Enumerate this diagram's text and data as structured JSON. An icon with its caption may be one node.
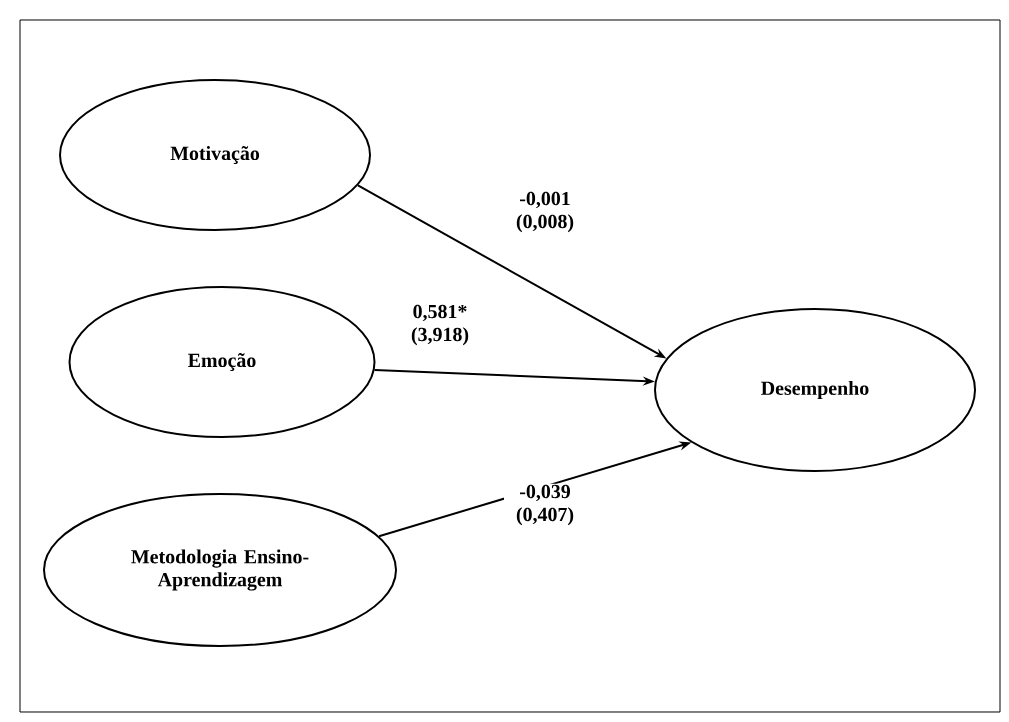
{
  "diagram": {
    "nodes": [
      {
        "text": [
          "Motivação"
        ]
      },
      {
        "text": [
          "Emoção"
        ]
      },
      {
        "text": [
          "Metodologia Ensino-Aprendizagem"
        ]
      },
      {
        "text": [
          "Desempenho"
        ]
      }
    ],
    "edges": [
      {
        "from": 0,
        "to": 3,
        "arrow": "to",
        "label": "-0,001 (0,008)"
      },
      {
        "from": 1,
        "to": 3,
        "arrow": "to",
        "label": "0,581* (3,918)"
      },
      {
        "from": 2,
        "to": 3,
        "arrow": "to",
        "label": "-0,039 (0,407)"
      }
    ]
  }
}
